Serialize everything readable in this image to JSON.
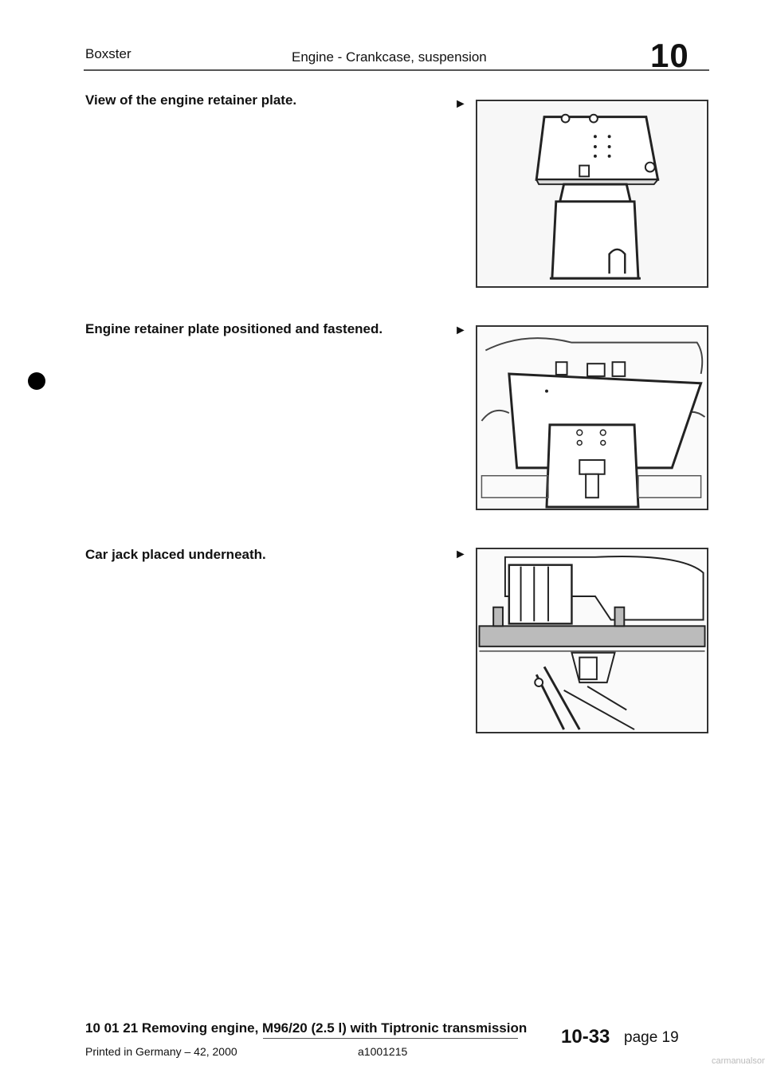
{
  "header": {
    "brand": "Boxster",
    "section": "Engine - Crankcase, suspension",
    "chapter": "10"
  },
  "steps": [
    {
      "caption": "View of the engine retainer plate.",
      "arrow": "►",
      "figure_icon": "engine-retainer-plate-illustration"
    },
    {
      "caption": "Engine retainer plate positioned and fastened.",
      "arrow": "►",
      "figure_icon": "retainer-plate-fastened-illustration"
    },
    {
      "caption": "Car jack placed underneath.",
      "arrow": "►",
      "figure_icon": "car-jack-underneath-illustration"
    }
  ],
  "footer": {
    "title": "10 01 21  Removing engine, M96/20 (2.5 l) with Tiptronic transmission",
    "printed": "Printed in Germany – 42, 2000",
    "code": "a1001215",
    "page_number": "10-33",
    "page_sub": "page 19"
  },
  "watermark": "carmanualsonline.info"
}
